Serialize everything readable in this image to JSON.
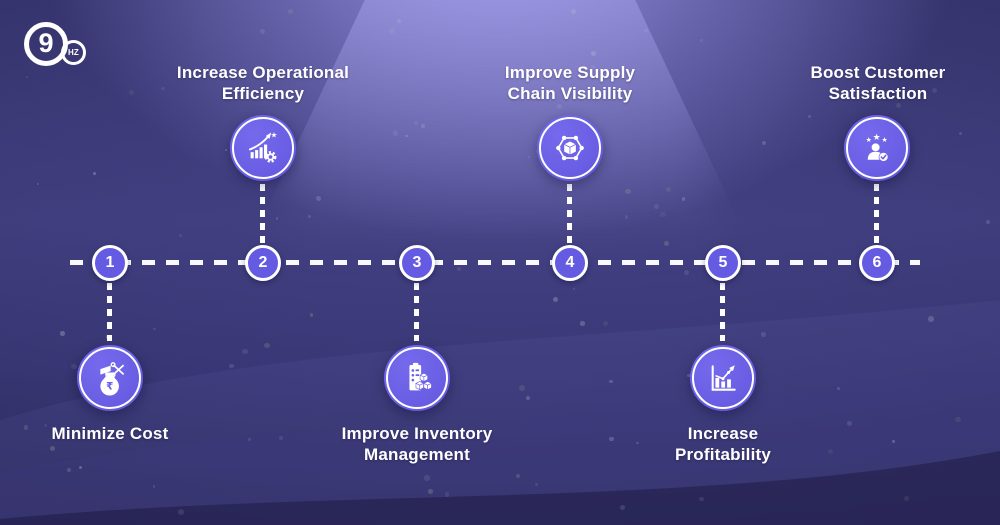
{
  "brand": {
    "logo_main": "9",
    "logo_sub": "HZ"
  },
  "timeline": {
    "milestones": [
      {
        "number": "1",
        "label": "Minimize Cost",
        "position": "bottom",
        "icon": "money-bag-scissors-icon"
      },
      {
        "number": "2",
        "label": "Increase Operational Efficiency",
        "position": "top",
        "icon": "growth-chart-gear-icon"
      },
      {
        "number": "3",
        "label": "Improve Inventory Management",
        "position": "bottom",
        "icon": "inventory-boxes-icon"
      },
      {
        "number": "4",
        "label": "Improve Supply Chain Visibility",
        "position": "top",
        "icon": "network-cube-icon"
      },
      {
        "number": "5",
        "label": "Increase Profitability",
        "position": "bottom",
        "icon": "profit-chart-icon"
      },
      {
        "number": "6",
        "label": "Boost Customer Satisfaction",
        "position": "top",
        "icon": "customer-stars-check-icon"
      }
    ]
  },
  "colors": {
    "background_base": "#3b3975",
    "glow": "#9e98eb",
    "node_fill": "#655ae2",
    "icon_circle_fill": "#6a5ee4",
    "line": "#ffffff",
    "label_text": "#ffffff"
  }
}
